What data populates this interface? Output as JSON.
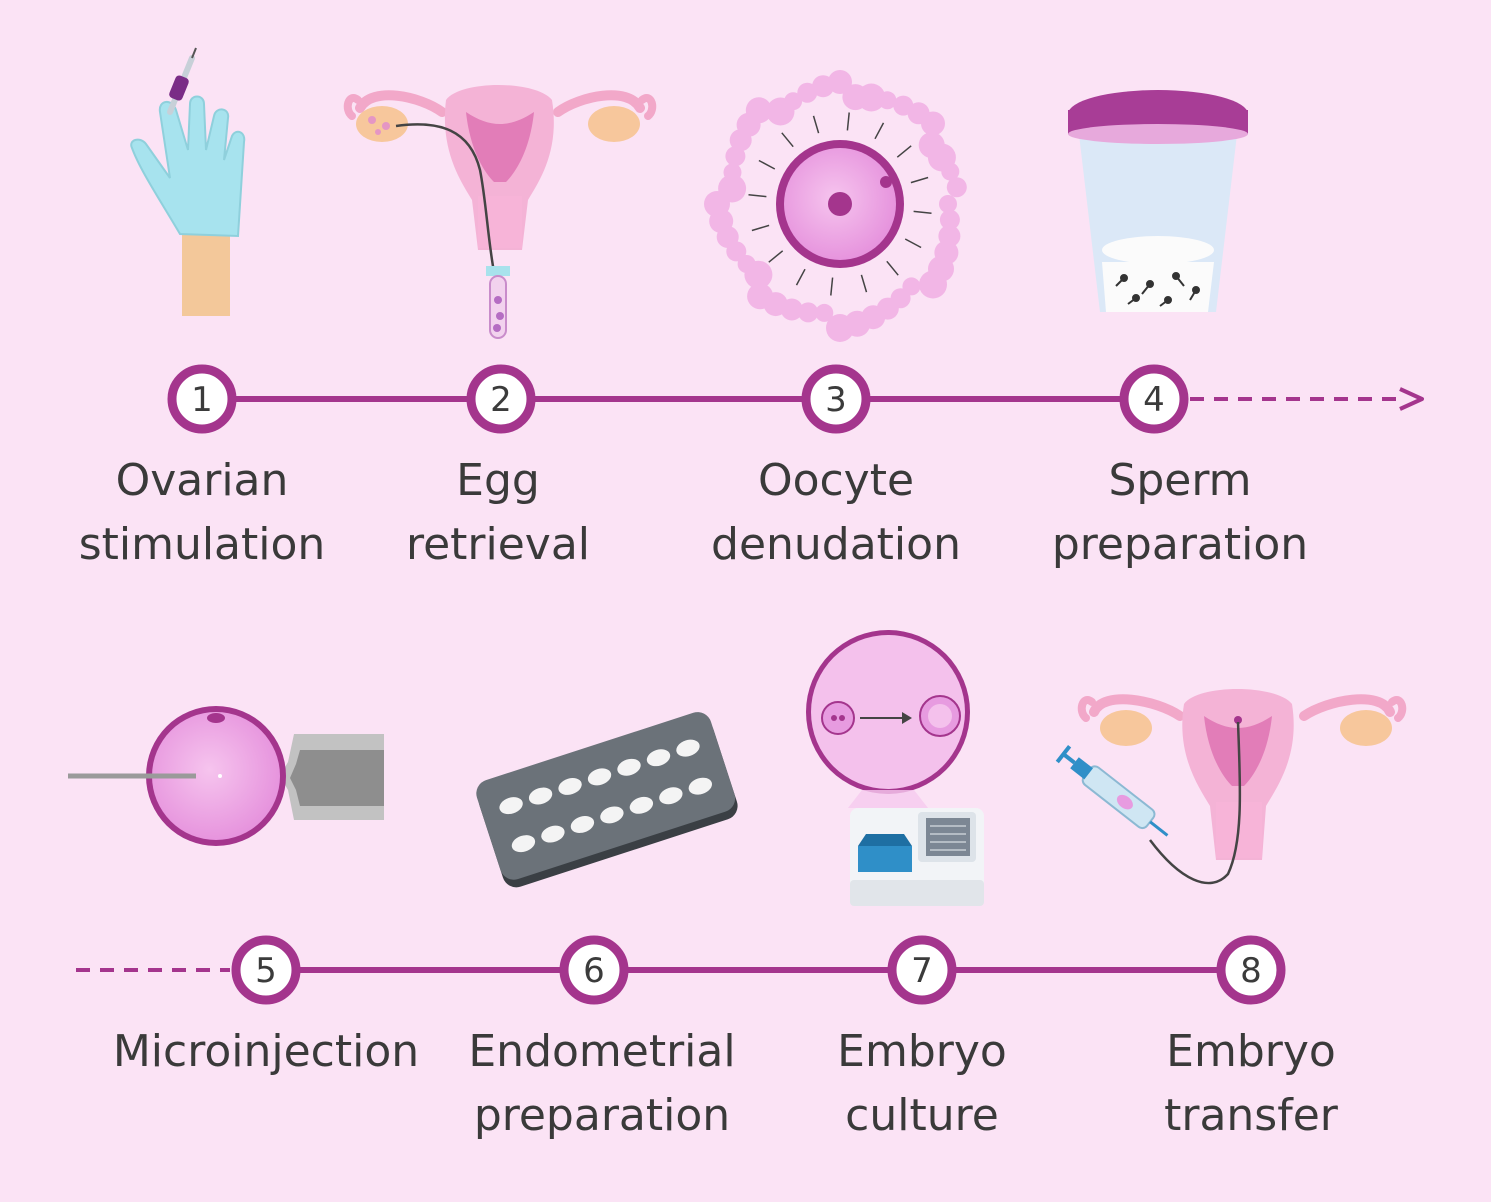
{
  "colors": {
    "background": "#fbe3f5",
    "timeline": "#a4358d",
    "node_fill": "#ffffff",
    "text": "#3a3a3a"
  },
  "steps": [
    {
      "number": "1",
      "line1": "Ovarian",
      "line2": "stimulation",
      "icon": "gloved-hand-syringe-icon"
    },
    {
      "number": "2",
      "line1": "Egg",
      "line2": "retrieval",
      "icon": "uterus-aspiration-icon"
    },
    {
      "number": "3",
      "line1": "Oocyte",
      "line2": "denudation",
      "icon": "oocyte-cumulus-icon"
    },
    {
      "number": "4",
      "line1": "Sperm",
      "line2": "preparation",
      "icon": "sperm-cup-icon"
    },
    {
      "number": "5",
      "line1": "Microinjection",
      "line2": "",
      "icon": "microinjection-icon"
    },
    {
      "number": "6",
      "line1": "Endometrial",
      "line2": "preparation",
      "icon": "pill-blister-icon"
    },
    {
      "number": "7",
      "line1": "Embryo",
      "line2": "culture",
      "icon": "embryo-incubator-icon"
    },
    {
      "number": "8",
      "line1": "Embryo",
      "line2": "transfer",
      "icon": "uterus-transfer-icon"
    }
  ]
}
